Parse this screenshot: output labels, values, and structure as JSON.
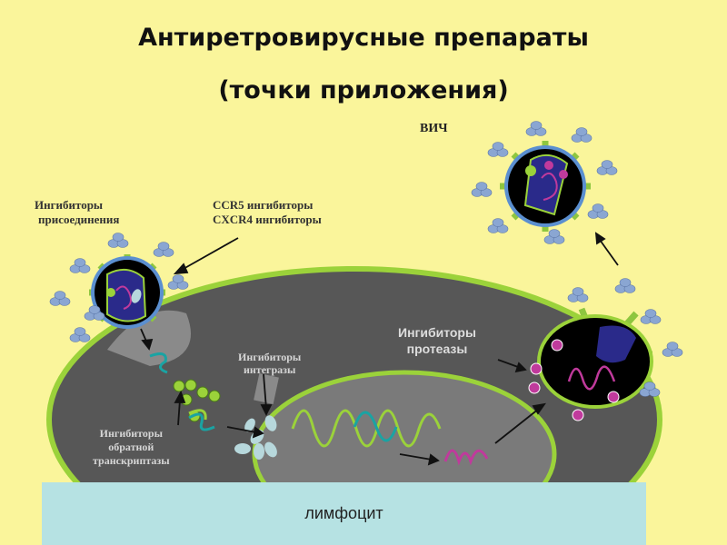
{
  "title_line1": "Антиретровирусные препараты",
  "title_line2": "(точки приложения)",
  "labels": {
    "hiv": "ВИЧ",
    "attachment_inhibitors_1": "Ингибиторы",
    "attachment_inhibitors_2": "присоединения",
    "ccr5_inhibitors": "CCR5 ингибиторы",
    "cxcr4_inhibitors": "CXCR4 ингибиторы",
    "integrase_inhibitors_1": "Ингибиторы",
    "integrase_inhibitors_2": "интегразы",
    "rt_inhibitors_1": "Ингибиторы",
    "rt_inhibitors_2": "обратной",
    "rt_inhibitors_3": "транскриптазы",
    "protease_inhibitors_1": "Ингибиторы",
    "protease_inhibitors_2": "протеазы",
    "lymphocyte": "лимфоцит"
  },
  "colors": {
    "background": "#faf59b",
    "cell": "#575757",
    "cell_border": "#9bd23a",
    "nucleus": "#7a7a7a",
    "virus_core": "#2a2a8a",
    "rna": "#c03a9c",
    "spike": "#8ec63f",
    "receptor": "#8aa6d2",
    "footer": "#b6e2e3"
  }
}
